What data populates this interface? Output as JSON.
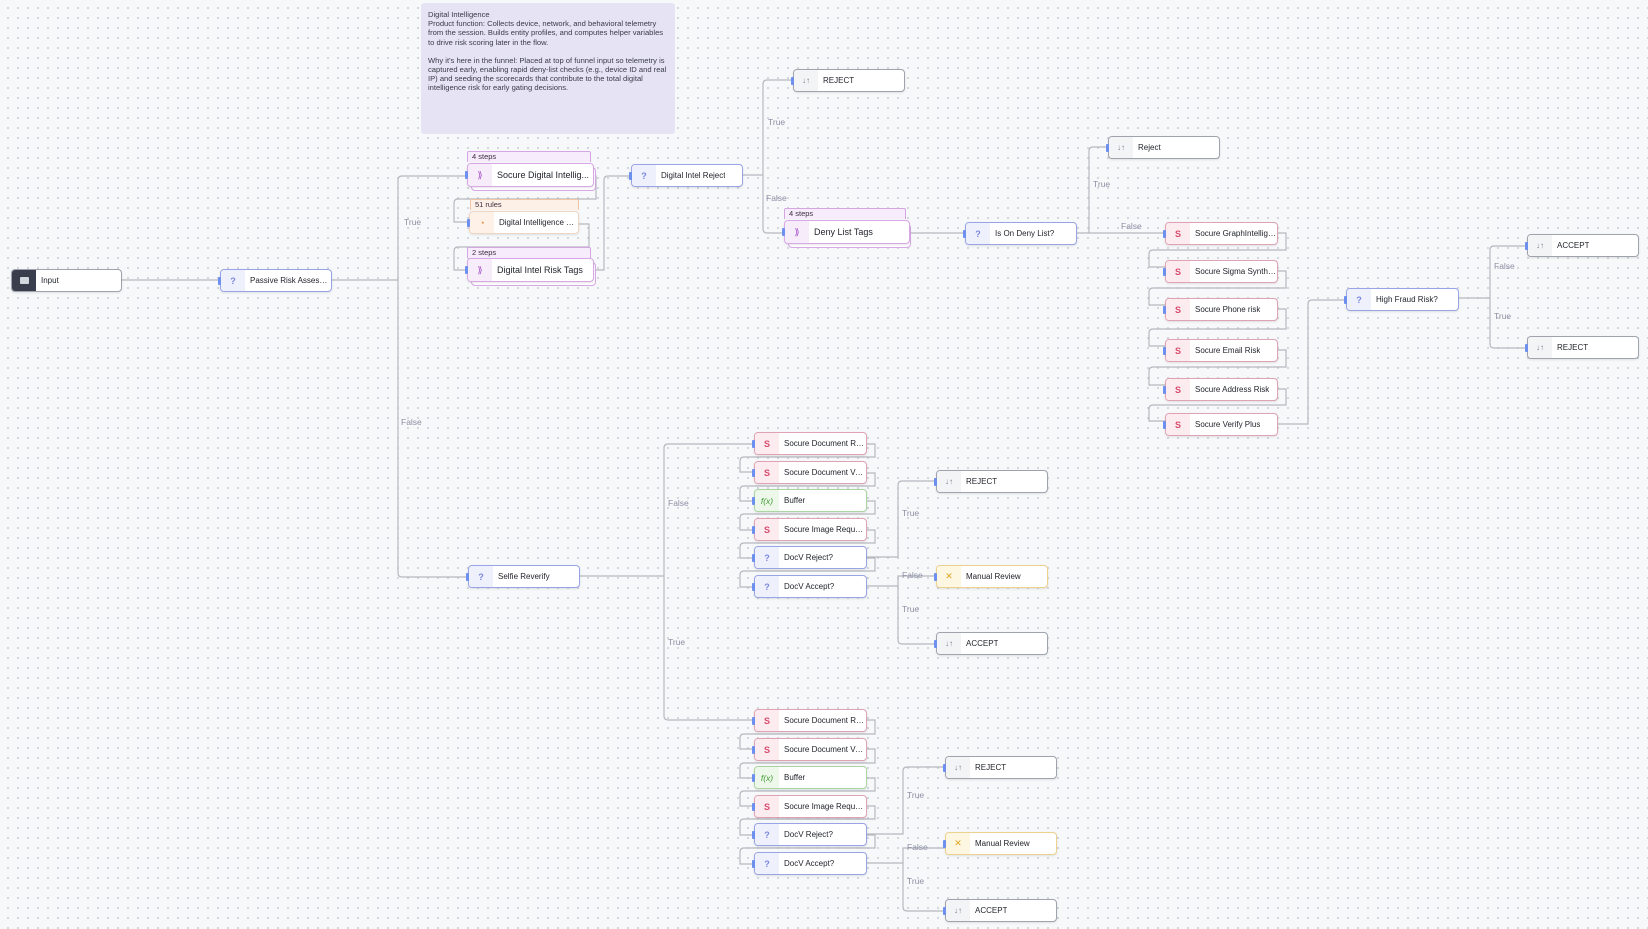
{
  "note": {
    "title": "Digital Intelligence",
    "function_text": "Product function: Collects device, network, and behavioral telemetry from the session. Builds entity profiles, and computes helper variables to drive risk scoring later in the flow.",
    "why_text": "Why it's here in the funnel: Placed at top of funnel input so telemetry is captured early, enabling rapid deny-list checks (e.g., device ID and real IP) and seeding the scorecards that contribute to the total digital intelligence risk for early gating decisions."
  },
  "nodes": {
    "input": {
      "label": "Input",
      "icon": "input-icon"
    },
    "passive_risk": {
      "label": "Passive Risk Assessm...",
      "icon": "question-icon"
    },
    "socure_digital_intel": {
      "label": "Socure Digital Intellig...",
      "icon": "subflow-icon",
      "tag": "4 steps"
    },
    "digital_intel_score": {
      "label": "Digital Intelligence Sc...",
      "icon": "scorecard-icon",
      "tag": "51 rules"
    },
    "digital_intel_risk_tags": {
      "label": "Digital Intel Risk Tags",
      "icon": "subflow-icon",
      "tag": "2 steps"
    },
    "digital_intel_reject": {
      "label": "Digital Intel Reject",
      "icon": "question-icon"
    },
    "reject_top": {
      "label": "REJECT",
      "icon": "terminal-icon"
    },
    "deny_list_tags": {
      "label": "Deny List Tags",
      "icon": "subflow-icon",
      "tag": "4 steps"
    },
    "is_on_deny_list": {
      "label": "Is On Deny List?",
      "icon": "question-icon"
    },
    "reject_deny": {
      "label": "Reject",
      "icon": "terminal-icon"
    },
    "graph_intel": {
      "label": "Socure GraphIntellige...",
      "icon": "socure-icon"
    },
    "sigma_synth": {
      "label": "Socure Sigma Synthet...",
      "icon": "socure-icon"
    },
    "phone_risk": {
      "label": "Socure Phone risk",
      "icon": "socure-icon"
    },
    "email_risk": {
      "label": "Socure Email Risk",
      "icon": "socure-icon"
    },
    "address_risk": {
      "label": "Socure Address Risk",
      "icon": "socure-icon"
    },
    "verify_plus": {
      "label": "Socure Verify Plus",
      "icon": "socure-icon"
    },
    "high_fraud": {
      "label": "High Fraud Risk?",
      "icon": "question-icon"
    },
    "accept_hf": {
      "label": "ACCEPT",
      "icon": "terminal-icon"
    },
    "reject_hf": {
      "label": "REJECT",
      "icon": "terminal-icon"
    },
    "selfie_reverify": {
      "label": "Selfie Reverify",
      "icon": "question-icon"
    },
    "a_doc_req": {
      "label": "Socure Document Re...",
      "icon": "socure-icon"
    },
    "a_doc_ver": {
      "label": "Socure Document Ver...",
      "icon": "socure-icon"
    },
    "a_buffer": {
      "label": "Buffer",
      "icon": "function-icon"
    },
    "a_image_req": {
      "label": "Socure Image Reques...",
      "icon": "socure-icon"
    },
    "a_docv_reject": {
      "label": "DocV Reject?",
      "icon": "question-icon"
    },
    "a_docv_accept": {
      "label": "DocV Accept?",
      "icon": "question-icon"
    },
    "a_reject": {
      "label": "REJECT",
      "icon": "terminal-icon"
    },
    "a_manual": {
      "label": "Manual Review",
      "icon": "manual-review-icon"
    },
    "a_accept": {
      "label": "ACCEPT",
      "icon": "terminal-icon"
    },
    "b_doc_req": {
      "label": "Socure Document Re...",
      "icon": "socure-icon"
    },
    "b_doc_ver": {
      "label": "Socure Document Ver...",
      "icon": "socure-icon"
    },
    "b_buffer": {
      "label": "Buffer",
      "icon": "function-icon"
    },
    "b_image_req": {
      "label": "Socure Image Reques...",
      "icon": "socure-icon"
    },
    "b_docv_reject": {
      "label": "DocV Reject?",
      "icon": "question-icon"
    },
    "b_docv_accept": {
      "label": "DocV Accept?",
      "icon": "question-icon"
    },
    "b_reject": {
      "label": "REJECT",
      "icon": "terminal-icon"
    },
    "b_manual": {
      "label": "Manual Review",
      "icon": "manual-review-icon"
    },
    "b_accept": {
      "label": "ACCEPT",
      "icon": "terminal-icon"
    }
  },
  "edge_labels": {
    "passive_true": "True",
    "passive_false": "False",
    "dir_true": "True",
    "dir_false": "False",
    "deny_true": "True",
    "deny_false": "False",
    "hf_false": "False",
    "hf_true": "True",
    "selfie_false": "False",
    "selfie_true": "True",
    "a_reject_true": "True",
    "a_accept_false": "False",
    "a_accept_true": "True",
    "b_reject_true": "True",
    "b_accept_false": "False",
    "b_accept_true": "True"
  },
  "icons": {
    "question": "?",
    "socure": "S",
    "function": "f(x)",
    "terminal": "↓↑",
    "manual_review": "✕",
    "input": "▬",
    "subflow": "⟫",
    "scorecard": "◔"
  }
}
